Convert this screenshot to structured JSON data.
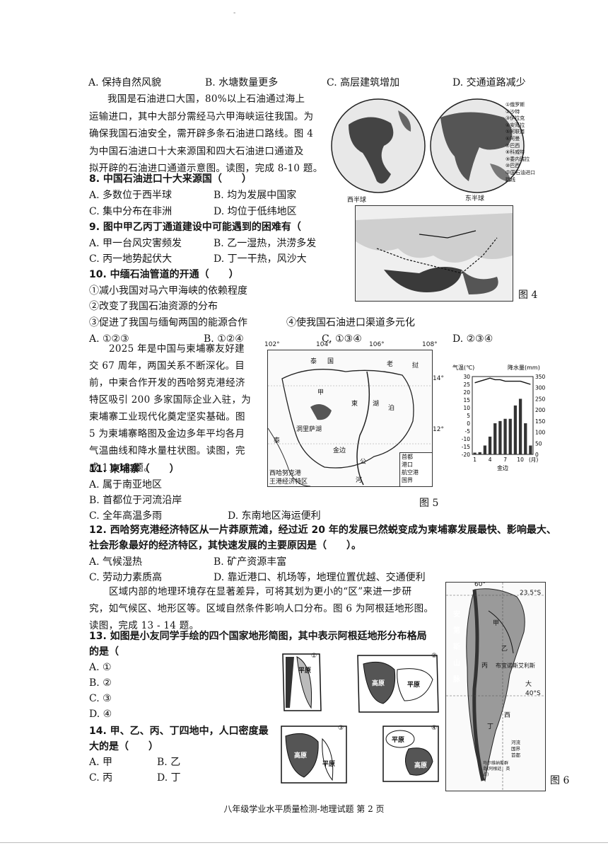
{
  "page_mark": "-",
  "q7_options": [
    "A. 保持自然风貌",
    "B. 水塘数量更多",
    "C. 高层建筑增加",
    "D. 交通道路减少"
  ],
  "intro_oil": {
    "lines": [
      "我国是石油进口大国，80%以上石油通过海上",
      "运输进口，其中大部分需经马六甲海峡运往我国。为",
      "确保我国石油安全，需开辟多条石油进口路线。图 4",
      "为中国石油进口十大来源国和四大石油进口通道及",
      "拟开辟的石油进口通道示意图。读图，完成 8-10 题。"
    ]
  },
  "q8": {
    "stem": "8. 中国石油进口十大来源国（　　）",
    "options": [
      "A. 多数位于西半球",
      "B. 均为发展中国家",
      "C. 集中分布在非洲",
      "D. 均位于低纬地区"
    ]
  },
  "q9": {
    "stem": "9. 图中甲乙丙丁通道建设中可能遇到的困难有（",
    "options": [
      "A. 甲一台风灾害频发",
      "B. 乙一湿热，洪涝多发",
      "C. 丙一地势起伏大",
      "D. 丁一干热，风沙大"
    ]
  },
  "q10": {
    "stem": "10. 中缅石油管道的开通（　　）",
    "items": [
      "①减小我国对马六甲海峡的依赖程度",
      "②改变了我国石油资源的分布",
      "③促进了我国与缅甸两国的能源合作",
      "④使我国石油进口渠道多元化"
    ],
    "options": [
      "A. ①②③",
      "B. ①②④",
      "C. ①③④",
      "D. ②③④"
    ]
  },
  "fig4": {
    "west_label": "西半球",
    "east_label": "东半球",
    "caption": "图 4",
    "legend": [
      "①俄罗斯",
      "②沙特",
      "③伊拉克",
      "④安哥拉",
      "⑤阿联酋",
      "⑥阿曼",
      "⑦巴西",
      "⑧科威特",
      "⑨委内瑞拉",
      "⑩巴西",
      "中国石油进口路线"
    ]
  },
  "intro_cambodia": {
    "lines": [
      "2025 年是中国与柬埔寨友好建",
      "交 67 周年，两国关系不断深化。目",
      "前，中柬合作开发的西哈努克港经济",
      "特区吸引 200 多家国际企业入驻，为",
      "柬埔寨工业现代化奠定坚实基础。图",
      "5 为柬埔寨略图及金边多年平均各月",
      "气温曲线和降水量柱状图。读图，完",
      "成 11-12 题。"
    ]
  },
  "fig5": {
    "lon_labels": [
      "102°",
      "104°",
      "106°",
      "108°"
    ],
    "lat_labels": [
      "14°",
      "12°"
    ],
    "place_labels": [
      "泰",
      "国",
      "老",
      "挝",
      "甲",
      "柬",
      "湖",
      "泊",
      "泰",
      "洞里萨湖",
      "金边",
      "公",
      "河",
      "西哈努克港",
      "王港经济特区"
    ],
    "legend": [
      "首都",
      "港口",
      "航空港",
      "国界"
    ],
    "caption": "图 5"
  },
  "chart_data": {
    "type": "bar",
    "title": "金边",
    "categories": [
      "1",
      "2",
      "3",
      "4",
      "5",
      "6",
      "7",
      "8",
      "9",
      "10",
      "11",
      "12"
    ],
    "xlabel": "(月)",
    "ylabel_left": "气温(℃)",
    "ylabel_right": "降水量(mm)",
    "left_ticks": [
      "30",
      "25",
      "20",
      "15",
      "10",
      "5",
      "0",
      "-5",
      "-10",
      "-15",
      "-20"
    ],
    "right_ticks": [
      "350",
      "300",
      "250",
      "200",
      "150",
      "100",
      "50",
      "0"
    ],
    "x_tick_labels": [
      "1",
      "4",
      "7",
      "10"
    ],
    "series": [
      {
        "values": [
          8,
          10,
          40,
          80,
          140,
          150,
          160,
          160,
          220,
          250,
          140,
          40
        ]
      }
    ],
    "temperature": [
      26,
      27,
      28,
      29,
      28,
      28,
      27,
      27,
      27,
      27,
      26,
      25
    ],
    "ylim_left": [
      -20,
      30
    ],
    "ylim_right": [
      0,
      350
    ]
  },
  "q11": {
    "stem": "11. 柬埔寨（　　）",
    "options": [
      "A. 属于南亚地区",
      "B. 首都位于河流沿岸",
      "C. 全年高温多雨",
      "D. 东南地区海运便利"
    ]
  },
  "q12": {
    "stem_lines": [
      "12. 西哈努克港经济特区从一片莽原荒滩，经过近 20 年的发展已然蜕变成为柬埔寨发展最快、影响最大、",
      "社会形象最好的经济特区，其快速发展的主要原因是（　　）。"
    ],
    "options": [
      "A. 气候湿热",
      "B. 矿产资源丰富",
      "C. 劳动力素质高",
      "D. 靠近港口、机场等，地理位置优越、交通便利"
    ]
  },
  "intro_argentina": {
    "lines": [
      "区域内部的地理环境存在显著差异，可将其划为更小的“区”来进一步研",
      "究，如气候区、地形区等。区域自然条件影响人口分布。图 6 为阿根廷地形图。",
      "读图，完成 13 - 14 题。"
    ]
  },
  "q13": {
    "stem_lines": [
      "13. 如图是小友同学手绘的四个国家地形简图，其中表示阿根廷地形分布格局",
      "的是（"
    ],
    "options": [
      "A. ①",
      "B. ②",
      "C. ③",
      "D. ④"
    ]
  },
  "q13_sketches": {
    "plain": "平原",
    "plateau": "高原",
    "nums": [
      "①",
      "②",
      "③",
      "④"
    ]
  },
  "q14": {
    "stem_lines": [
      "14. 甲、乙、丙、丁四地中，人口密度最",
      "大的是（　　）"
    ],
    "options": [
      "A. 甲",
      "B. 乙",
      "C. 丙",
      "D. 丁"
    ]
  },
  "fig6": {
    "top_lon": "60°",
    "top_lat": "23.5°S",
    "mid_lat": "40°S",
    "labels": [
      "安",
      "第",
      "斯",
      "山",
      "脉",
      "布宜诺斯艾利斯",
      "甲",
      "乙",
      "丙",
      "丁",
      "大",
      "西"
    ],
    "legend": [
      "河流",
      "国界",
      "首都",
      "马尔维纳斯群岛(阿根廷，英占)"
    ],
    "caption": "图 6"
  },
  "footer": "八年级学业水平质量检测-地理试题 第 2 页"
}
